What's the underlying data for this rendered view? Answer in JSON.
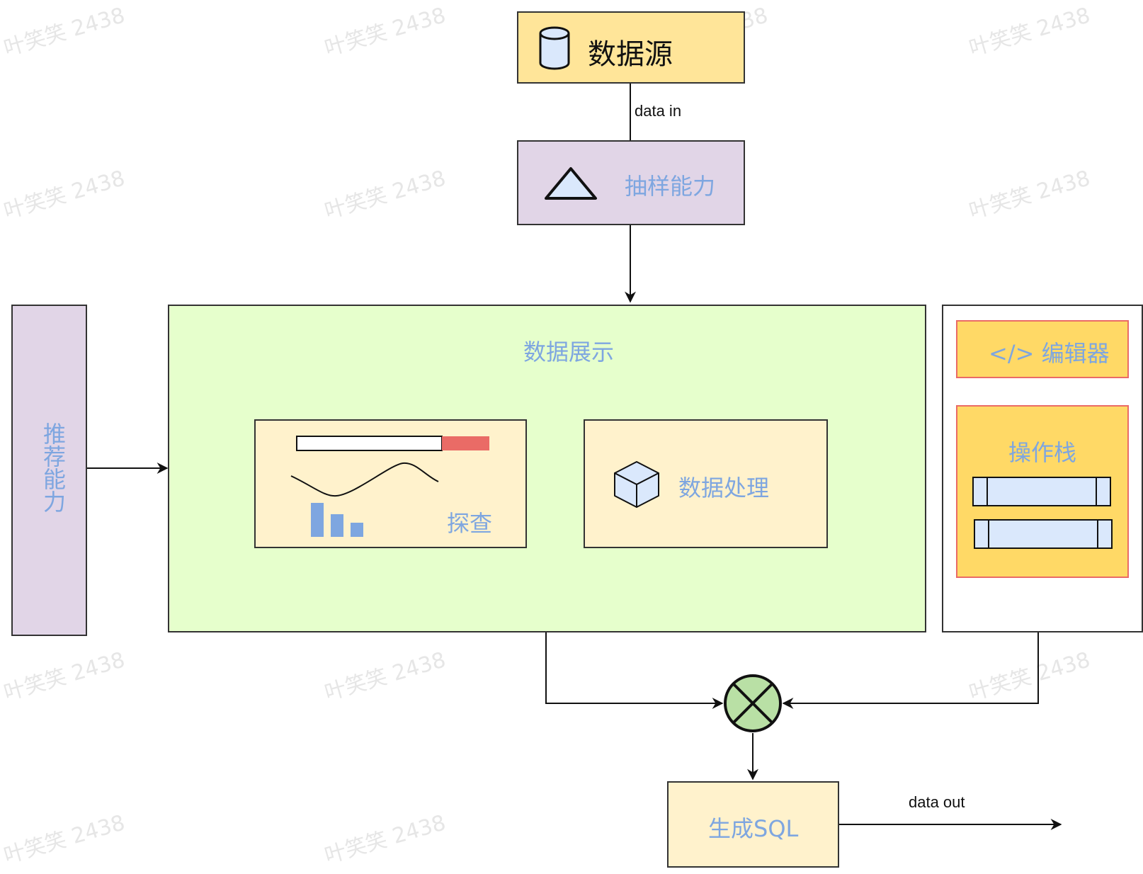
{
  "nodes": {
    "source": {
      "label": "数据源",
      "icon": "database-icon"
    },
    "sampling": {
      "label": "抽样能力",
      "icon": "triangle-icon"
    },
    "recommend": {
      "label": "推荐能力"
    },
    "display": {
      "label": "数据展示"
    },
    "explore": {
      "label": "探查",
      "icon": "chart-icon"
    },
    "process": {
      "label": "数据处理",
      "icon": "cube-icon"
    },
    "editor": {
      "label": "</> 编辑器"
    },
    "opstack": {
      "label": "操作栈"
    },
    "sql": {
      "label": "生成SQL"
    },
    "merge": {
      "icon": "merge-x-icon"
    }
  },
  "edges": {
    "data_in": "data in",
    "data_out": "data out"
  },
  "watermark": "叶笑笑 2438",
  "colors": {
    "yellow": "#ffe599",
    "purple": "#e1d5e7",
    "green": "#e6ffcc",
    "light_yellow": "#fff2cc",
    "orange_yellow": "#ffd966",
    "red_border": "#ea6b66",
    "blue_text": "#7ea6e0",
    "merge_fill": "#b9e0a5",
    "icon_fill": "#dae8fc",
    "bar_blue": "#7ea6e0",
    "bar_red": "#ea6b66"
  }
}
